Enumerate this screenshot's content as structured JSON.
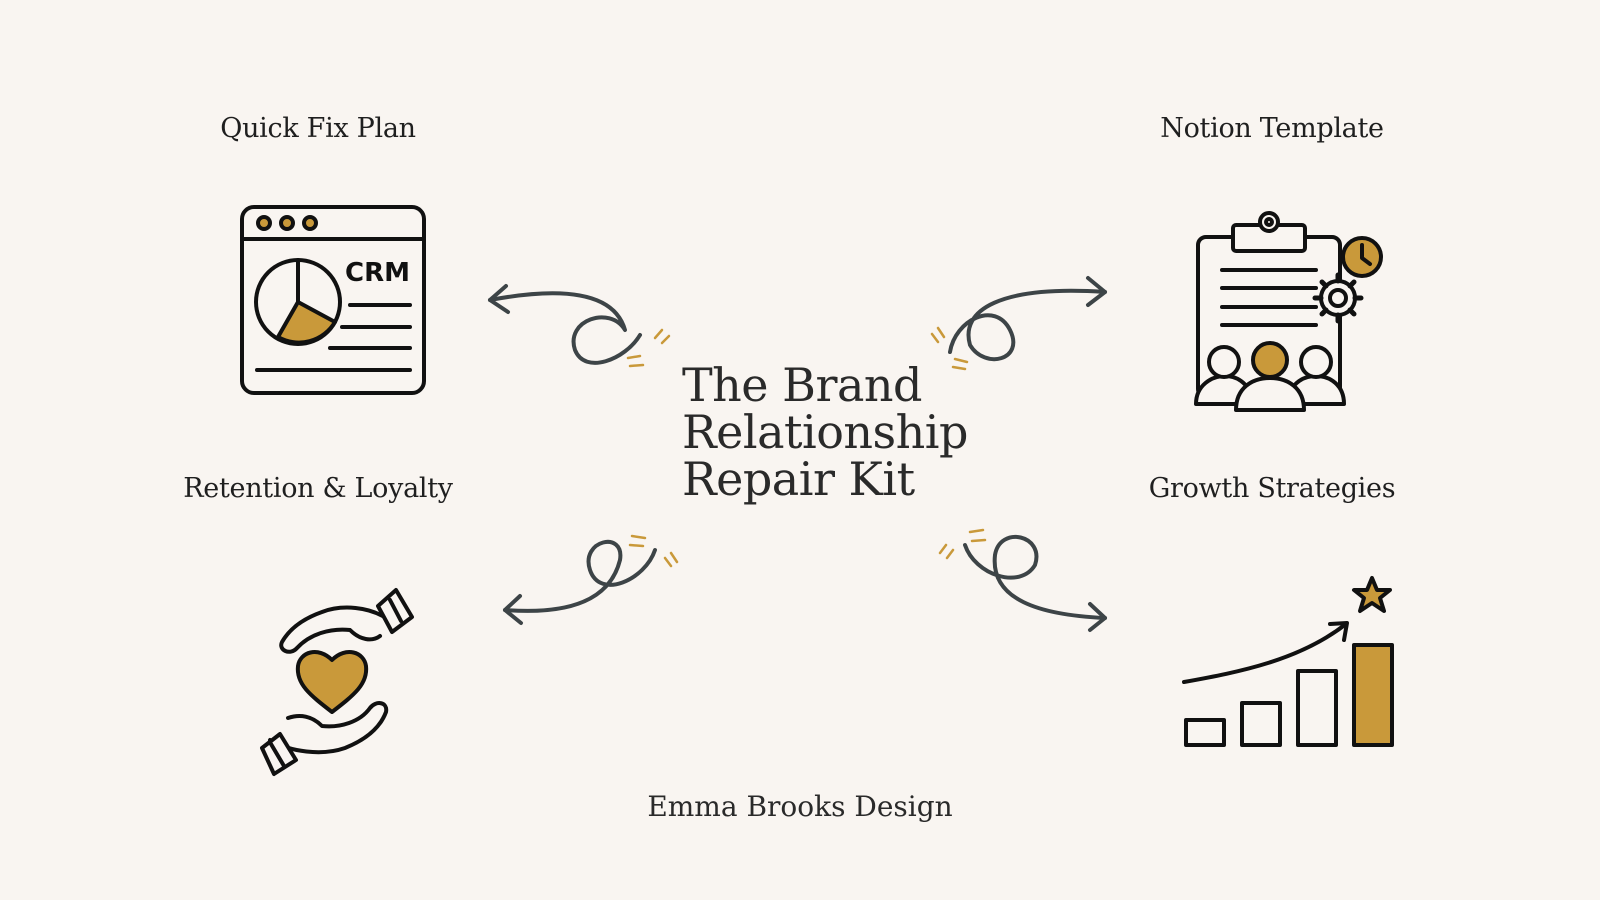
{
  "title": {
    "line1": "The Brand",
    "line2": "Relationship",
    "line3": "Repair Kit"
  },
  "nodes": {
    "quick_fix": {
      "label": "Quick Fix Plan",
      "icon": "crm-browser-icon",
      "icon_text": "CRM"
    },
    "notion": {
      "label": "Notion Template",
      "icon": "clipboard-team-icon"
    },
    "retention": {
      "label": "Retention & Loyalty",
      "icon": "hands-heart-icon"
    },
    "growth": {
      "label": "Growth Strategies",
      "icon": "growth-chart-icon"
    }
  },
  "footer": "Emma Brooks Design",
  "colors": {
    "background": "#f9f5f1",
    "accent": "#c9993a",
    "ink": "#111111",
    "arrow": "#3d4447"
  }
}
